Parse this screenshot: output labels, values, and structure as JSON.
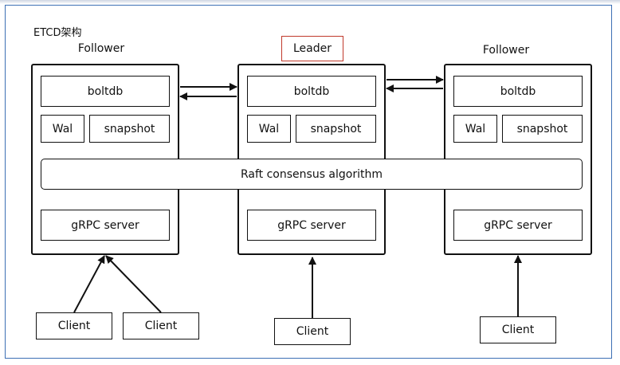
{
  "title": "ETCD架构",
  "nodes": [
    {
      "role": "Follower",
      "boltdb": "boltdb",
      "wal": "Wal",
      "snapshot": "snapshot",
      "grpc": "gRPC server"
    },
    {
      "role": "Leader",
      "boltdb": "boltdb",
      "wal": "Wal",
      "snapshot": "snapshot",
      "grpc": "gRPC server"
    },
    {
      "role": "Follower",
      "boltdb": "boltdb",
      "wal": "Wal",
      "snapshot": "snapshot",
      "grpc": "gRPC server"
    }
  ],
  "raft": "Raft consensus algorithm",
  "clients": [
    "Client",
    "Client",
    "Client",
    "Client"
  ],
  "colors": {
    "frame": "#3c6fb4",
    "leader_border": "#c0392b",
    "stroke": "#111111"
  }
}
